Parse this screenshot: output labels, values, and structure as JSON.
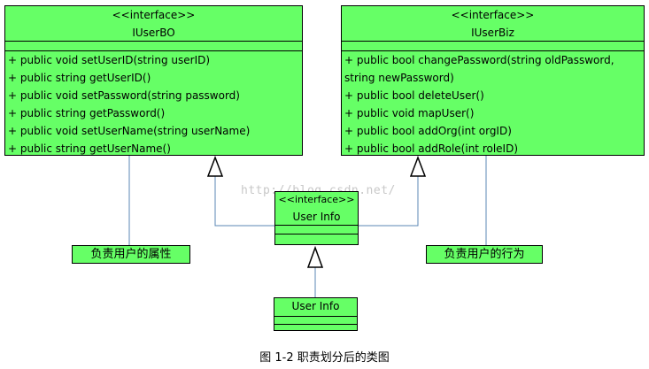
{
  "watermark": "http://blog.csdn.net/",
  "left_interface": {
    "stereotype": "<<interface>>",
    "name": "IUserBO",
    "operations": [
      "+ public void setUserID(string userID)",
      "+ public string getUserID()",
      "+ public void setPassword(string password)",
      "+ public string getPassword()",
      "+ public void setUserName(string userName)",
      "+ public string getUserName()"
    ]
  },
  "right_interface": {
    "stereotype": "<<interface>>",
    "name": "IUserBiz",
    "operations": [
      "+ public bool changePassword(string oldPassword,",
      "string newPassword)",
      "+ public bool deleteUser()",
      "+ public void mapUser()",
      "+ public bool addOrg(int orgID)",
      "+ public bool addRole(int roleID)"
    ]
  },
  "middle_interface": {
    "stereotype": "<<interface>>",
    "name": "User Info"
  },
  "bottom_class": {
    "name": "User Info"
  },
  "notes": {
    "left": "负责用户的属性",
    "right": "负责用户的行为"
  },
  "caption": "图 1-2  职责划分后的类图"
}
